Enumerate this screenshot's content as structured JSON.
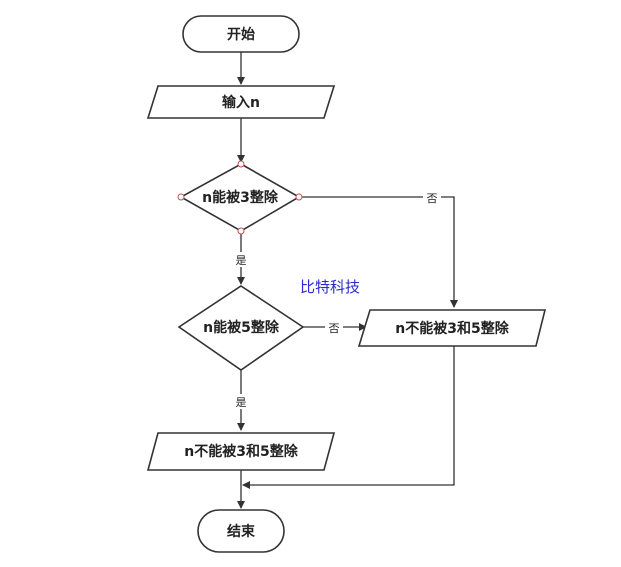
{
  "nodes": {
    "start": "开始",
    "input": "输入n",
    "check3": "n能被3整除",
    "check5": "n能被5整除",
    "out_right": "n不能被3和5整除",
    "out_left": "n不能被3和5整除",
    "end": "结束"
  },
  "edges": {
    "check3_yes": "是",
    "check3_no": "否",
    "check5_yes": "是",
    "check5_no": "否"
  },
  "watermark": "比特科技",
  "colors": {
    "stroke": "#333333",
    "port": "#c0504d",
    "watermark": "#2b2bd0"
  }
}
